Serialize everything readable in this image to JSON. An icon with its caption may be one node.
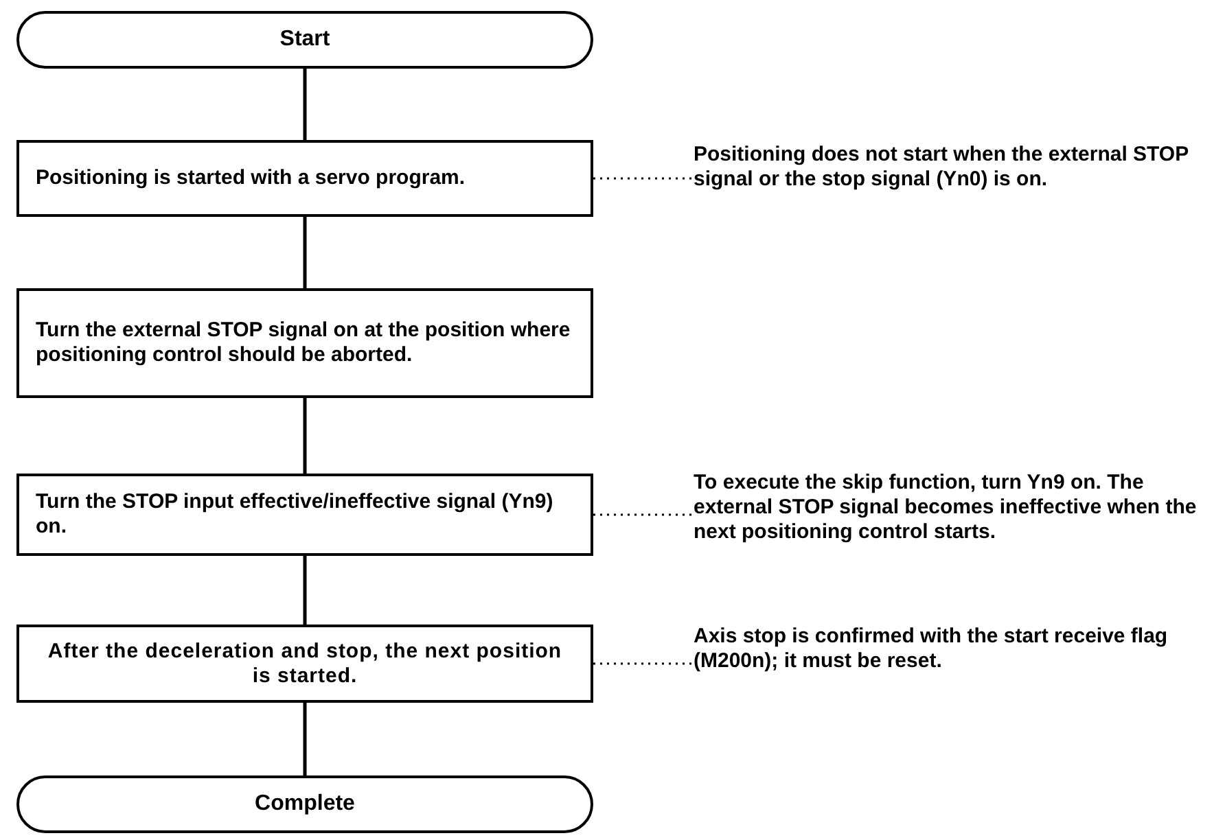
{
  "diagram": {
    "nodes": [
      {
        "text": [
          "Start"
        ]
      },
      {
        "text": [
          "Positioning is started with a servo program."
        ]
      },
      {
        "text": [
          "Turn the external STOP signal on at the position where positioning control should be aborted."
        ]
      },
      {
        "text": [
          "Turn the STOP input effective/ineffective signal (Yn9) on."
        ]
      },
      {
        "text": [
          "After the deceleration and stop, the next position is started."
        ]
      },
      {
        "text": [
          "Complete"
        ]
      },
      {
        "text": [
          "Positioning does not start when the external STOP signal or the stop signal (Yn0) is on."
        ]
      },
      {
        "text": [
          "To execute the skip function, turn Yn9 on.  The external STOP signal becomes ineffective when the next positioning control starts."
        ]
      },
      {
        "text": [
          "Axis stop is confirmed with the start receive flag (M200n); it must be reset."
        ]
      }
    ],
    "edges": [
      {
        "from": 0,
        "to": 1,
        "arrow": "none"
      },
      {
        "from": 1,
        "to": 2,
        "arrow": "none"
      },
      {
        "from": 2,
        "to": 3,
        "arrow": "none"
      },
      {
        "from": 3,
        "to": 4,
        "arrow": "none"
      },
      {
        "from": 4,
        "to": 5,
        "arrow": "none"
      },
      {
        "from": 1,
        "to": 6,
        "arrow": "none",
        "style": "dashed"
      },
      {
        "from": 3,
        "to": 7,
        "arrow": "none",
        "style": "dashed"
      },
      {
        "from": 4,
        "to": 8,
        "arrow": "none",
        "style": "dashed"
      }
    ]
  }
}
